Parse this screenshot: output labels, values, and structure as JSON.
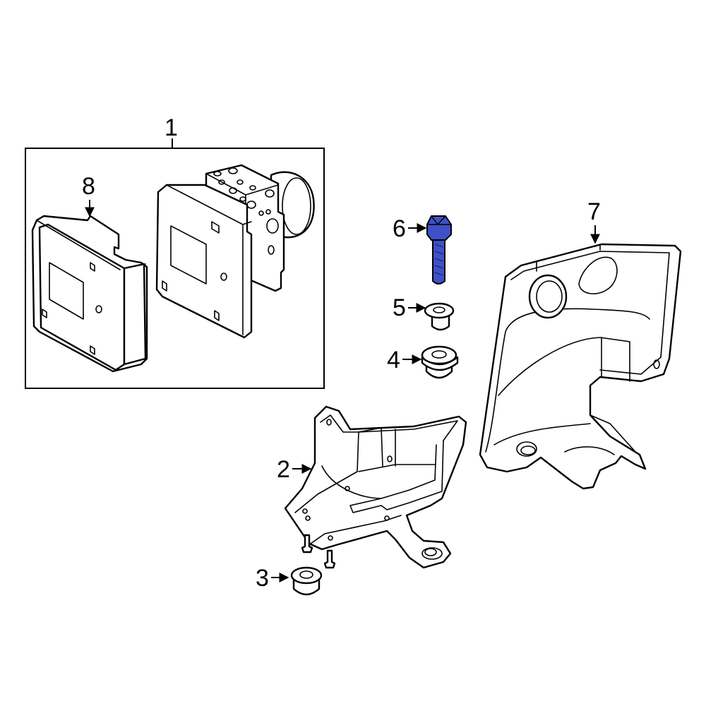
{
  "callouts": {
    "c1": "1",
    "c2": "2",
    "c3": "3",
    "c4": "4",
    "c5": "5",
    "c6": "6",
    "c7": "7",
    "c8": "8"
  },
  "highlighted_part": "6",
  "colors": {
    "line": "#000000",
    "background": "#ffffff",
    "highlight": "#3f51c7"
  }
}
